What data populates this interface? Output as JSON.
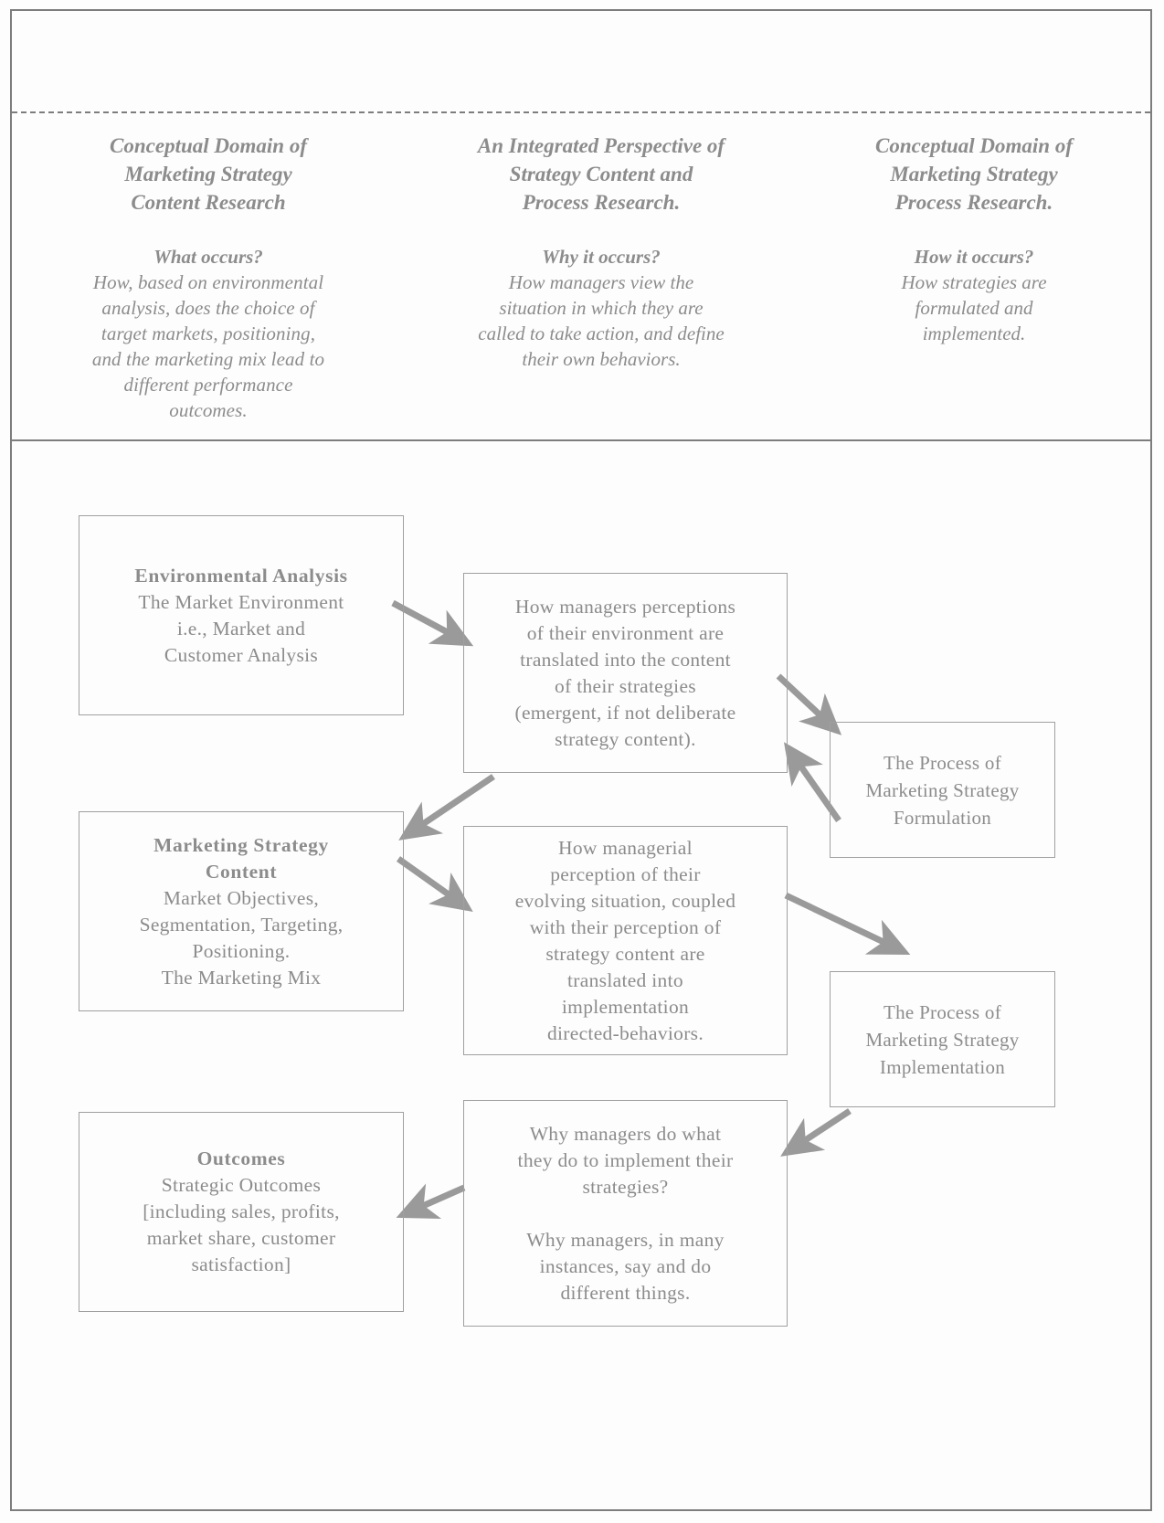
{
  "figure": {
    "header_columns": [
      {
        "title": "Conceptual Domain of\nMarketing Strategy\nContent Research",
        "question": "What occurs?",
        "body": "How, based on environmental\nanalysis, does the choice of\ntarget markets, positioning,\nand the marketing mix lead to\ndifferent performance\noutcomes."
      },
      {
        "title": "An Integrated Perspective of\nStrategy Content and\nProcess Research.",
        "question": "Why it occurs?",
        "body": "How managers view the\nsituation in which they are\ncalled to take action, and define\ntheir own behaviors."
      },
      {
        "title": "Conceptual Domain of\nMarketing Strategy\nProcess Research.",
        "question": "How it occurs?",
        "body": "How strategies are\nformulated and\nimplemented."
      }
    ],
    "nodes": {
      "environmental_analysis": {
        "heading": "Environmental Analysis",
        "body": "The Market Environment\ni.e., Market and\nCustomer Analysis"
      },
      "marketing_strategy_content": {
        "heading": "Marketing Strategy\nContent",
        "body": "Market Objectives,\nSegmentation, Targeting,\nPositioning.\nThe Marketing Mix"
      },
      "outcomes": {
        "heading": "Outcomes",
        "body": "Strategic Outcomes\n[including sales, profits,\nmarket share, customer\nsatisfaction]"
      },
      "middle_top": {
        "body": "How managers perceptions\nof their environment are\ntranslated into the content\nof their strategies\n(emergent, if not deliberate\nstrategy content)."
      },
      "middle_center": {
        "body": "How managerial\nperception of their\nevolving situation, coupled\nwith their perception of\nstrategy content are\ntranslated into\nimplementation\ndirected-behaviors."
      },
      "middle_bottom": {
        "body": "Why managers do what\nthey do to implement their\nstrategies?\n\nWhy managers, in many\ninstances, say and do\ndifferent things."
      },
      "process_formulation": {
        "body": "The Process of\nMarketing Strategy\nFormulation"
      },
      "process_implementation": {
        "body": "The Process of\nMarketing Strategy\nImplementation"
      }
    },
    "colors": {
      "text": "#8c8c8c",
      "frame": "#7d7d7d",
      "box_border": "#a0a0a0",
      "arrow": "#9a9a9a",
      "background": "#fdfdfd"
    }
  }
}
